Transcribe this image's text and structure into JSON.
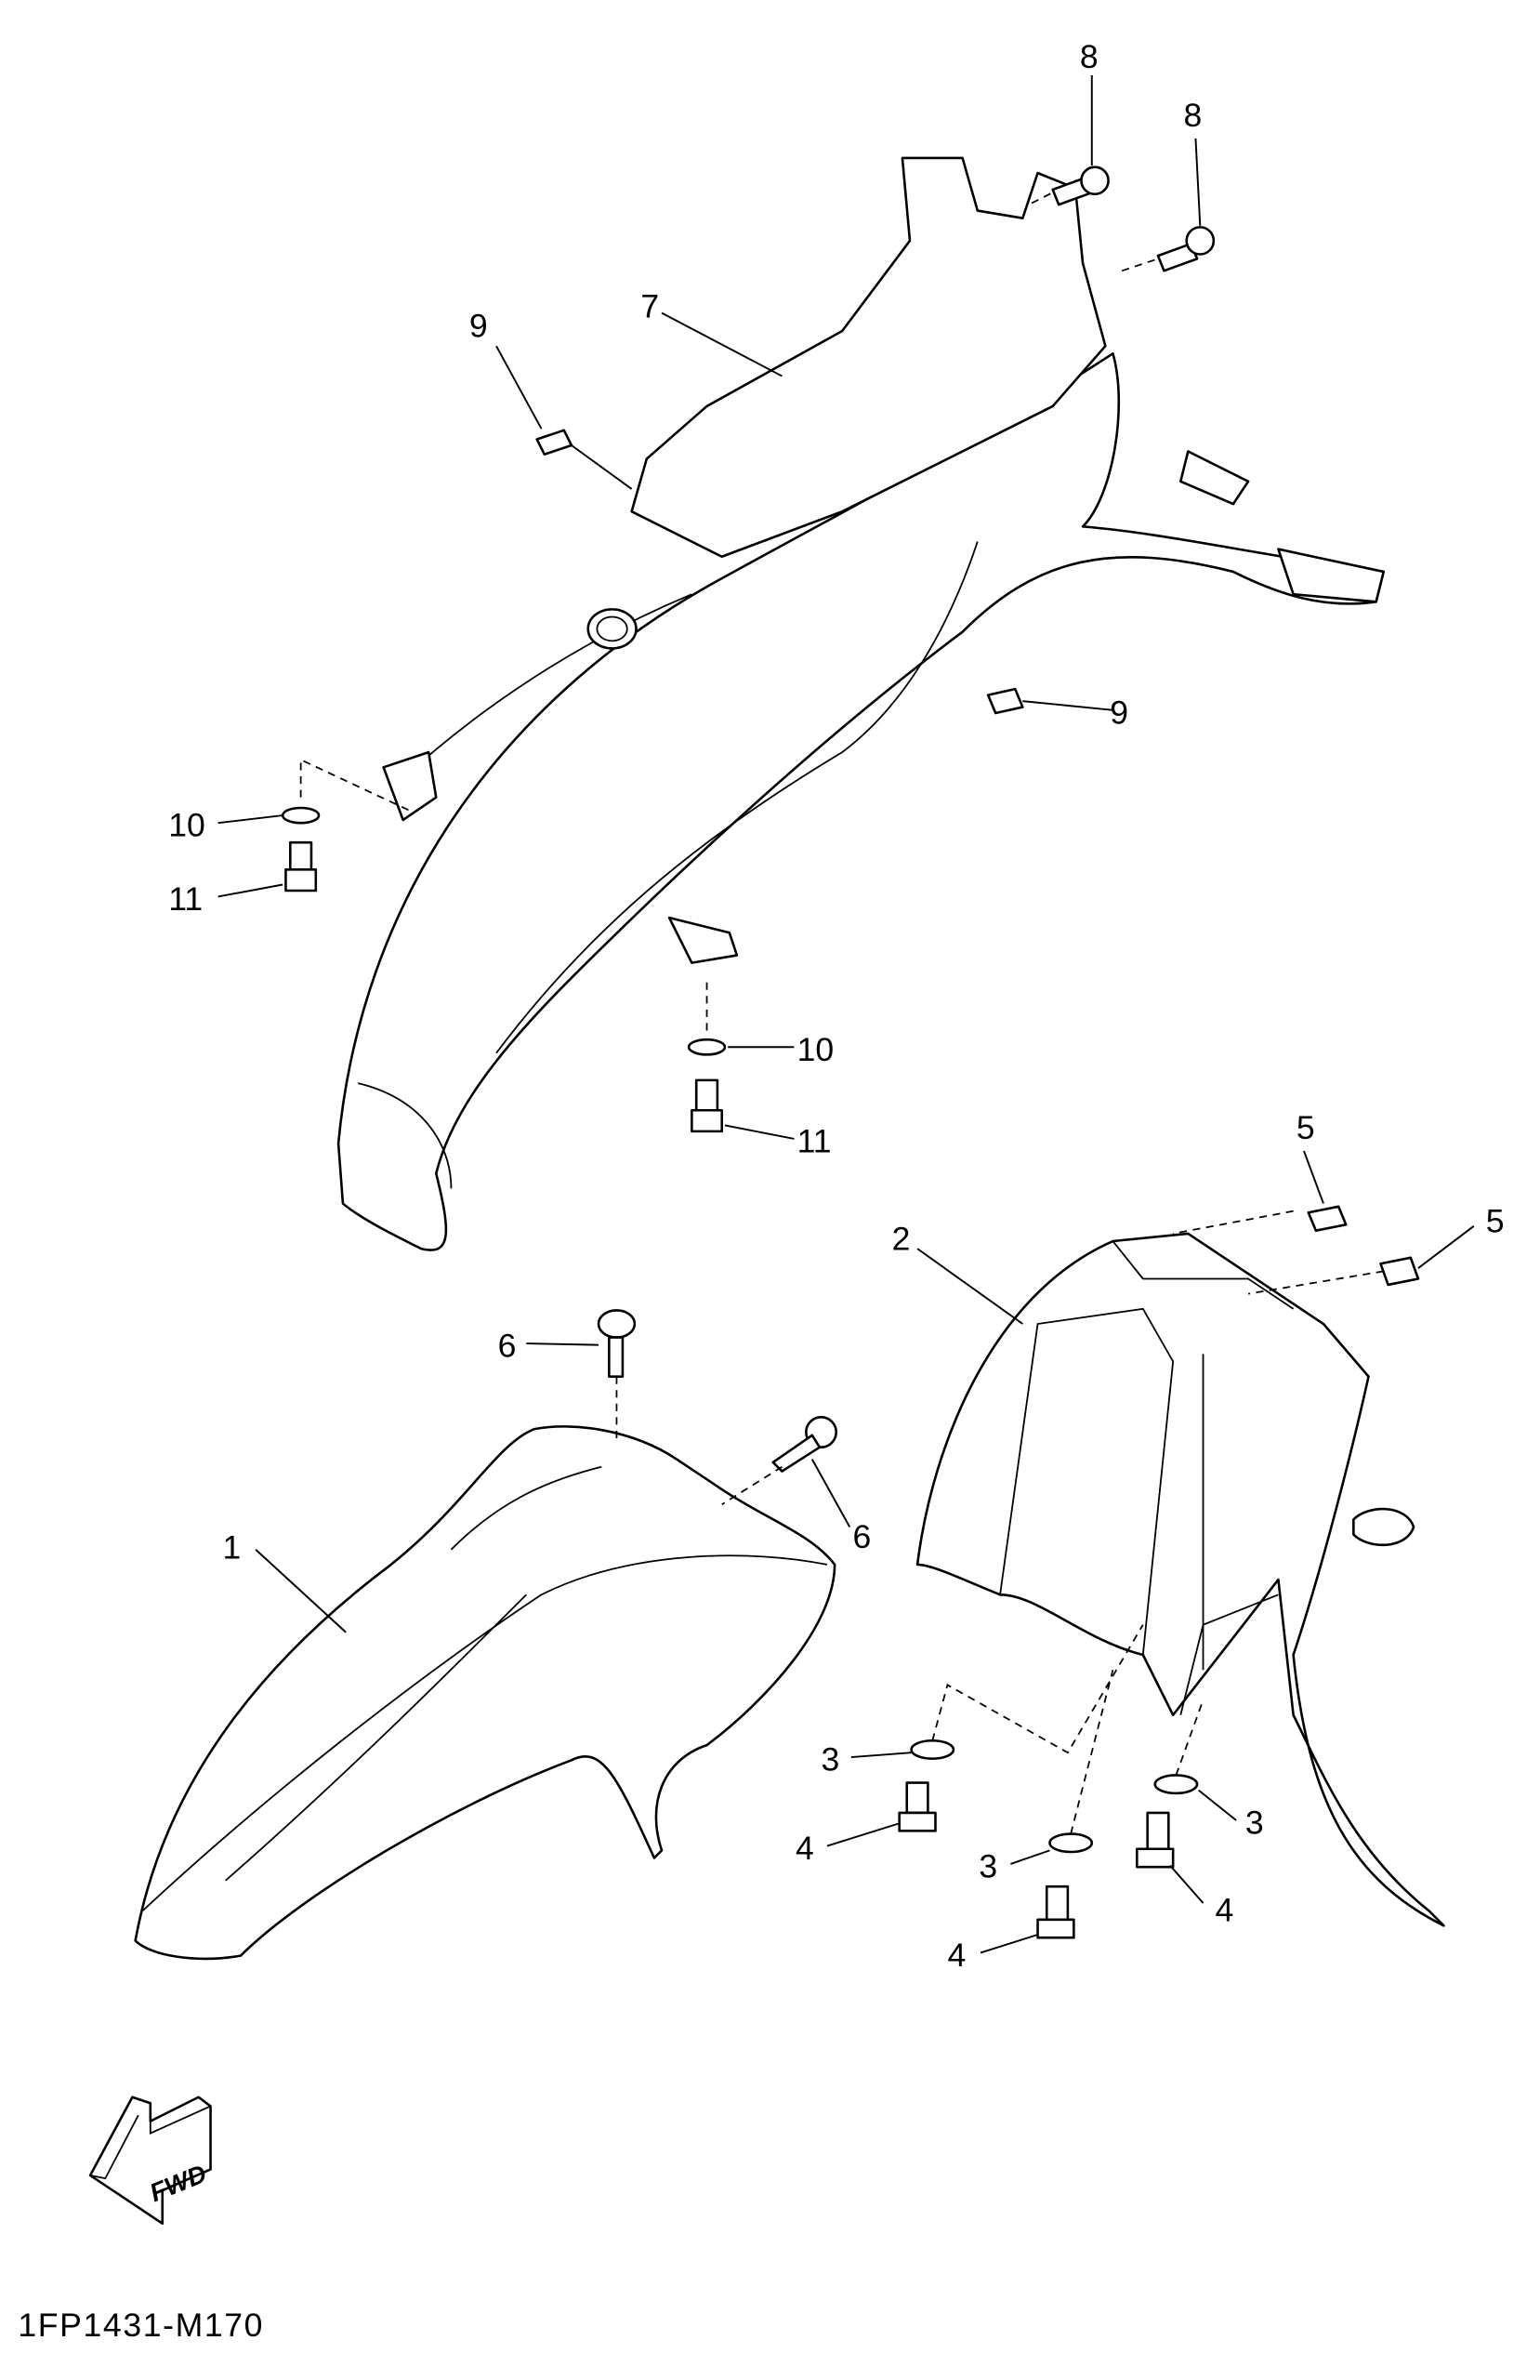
{
  "diagram": {
    "callouts": [
      {
        "num": "1",
        "part": "front-fender"
      },
      {
        "num": "2",
        "part": "rear-fender"
      },
      {
        "num": "3",
        "part": "collar"
      },
      {
        "num": "4",
        "part": "bolt"
      },
      {
        "num": "5",
        "part": "nut"
      },
      {
        "num": "6",
        "part": "screw"
      },
      {
        "num": "7",
        "part": "rear-fender-upper"
      },
      {
        "num": "8",
        "part": "bolt"
      },
      {
        "num": "9",
        "part": "nut"
      },
      {
        "num": "10",
        "part": "collar"
      },
      {
        "num": "11",
        "part": "bolt"
      }
    ],
    "fwd_label": "FWD",
    "drawing_code": "1FP1431-M170"
  }
}
